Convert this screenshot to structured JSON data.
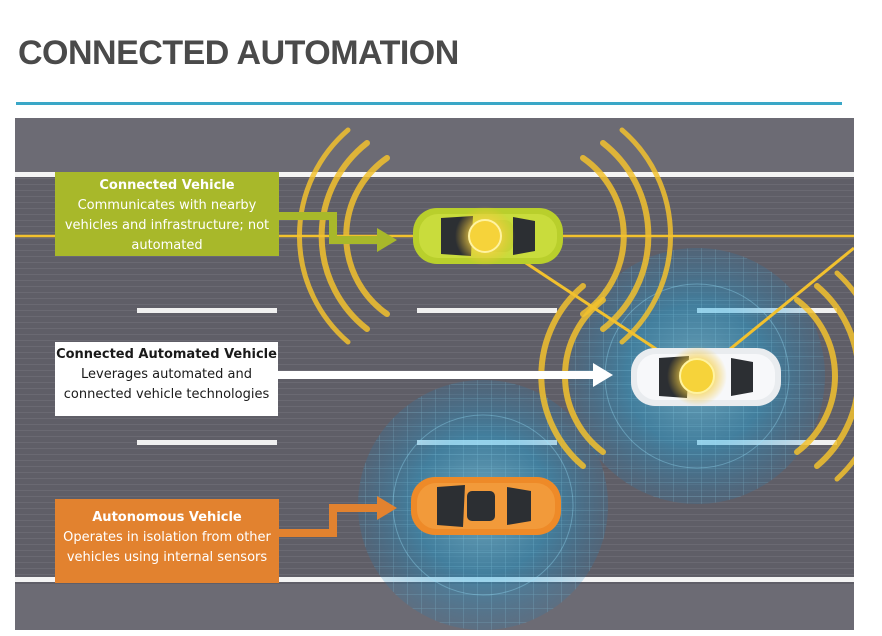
{
  "page": {
    "title": "CONNECTED AUTOMATION"
  },
  "callouts": {
    "connected": {
      "heading": "Connected Vehicle",
      "lines": [
        "Communicates with nearby",
        "vehicles and infrastructure; not",
        "automated"
      ],
      "color": "#a8b82a"
    },
    "connected_automated": {
      "heading": "Connected Automated Vehicle",
      "lines": [
        "Leverages automated and",
        "connected vehicle technologies"
      ],
      "color": "#ffffff"
    },
    "autonomous": {
      "heading": "Autonomous Vehicle",
      "lines": [
        "Operates in isolation from other",
        "vehicles using internal sensors"
      ],
      "color": "#e2822f"
    }
  },
  "colors": {
    "accent_rule": "#3aa7c7",
    "road": "#5e5d66",
    "signal": "#f2c12e",
    "sensor": "#1fa6df",
    "car_green": "#b9cf2c",
    "car_white": "#e9ecef",
    "car_orange": "#ee8a28"
  },
  "icons": [
    "connectivity-wave-icon",
    "sensor-field-icon",
    "arrow-right-icon"
  ]
}
